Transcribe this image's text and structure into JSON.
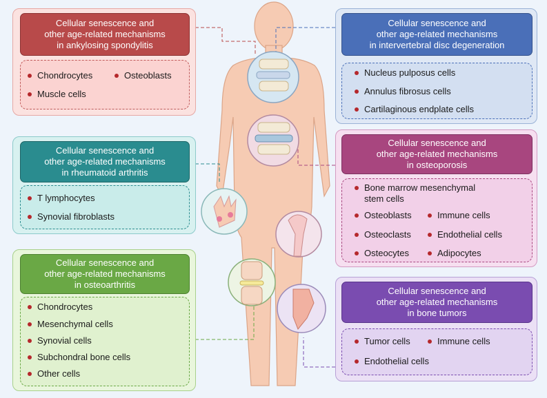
{
  "panels": {
    "as": {
      "header": [
        "Cellular senescence and",
        "other age-related mechanisms",
        "in ankylosing spondylitis"
      ],
      "items": [
        "Chondrocytes",
        "Osteoblasts",
        "Muscle cells"
      ]
    },
    "idd": {
      "header": [
        "Cellular senescence and",
        "other age-related mechanisms",
        "in intervertebral disc degeneration"
      ],
      "items": [
        "Nucleus pulposus cells",
        "Annulus fibrosus cells",
        "Cartilaginous endplate cells"
      ]
    },
    "ra": {
      "header": [
        "Cellular senescence and",
        "other age-related mechanisms",
        "in rheumatoid arthritis"
      ],
      "items": [
        "T lymphocytes",
        "Synovial fibroblasts"
      ]
    },
    "op": {
      "header": [
        "Cellular senescence and",
        "other age-related mechanisms",
        "in osteoporosis"
      ],
      "items": [
        "Bone marrow mesenchymal",
        "stem cells",
        "Osteoblasts",
        "Immune cells",
        "Osteoclasts",
        "Endothelial cells",
        "Osteocytes",
        "Adipocytes"
      ]
    },
    "oa": {
      "header": [
        "Cellular senescence and",
        "other age-related mechanisms",
        "in osteoarthritis"
      ],
      "items": [
        "Chondrocytes",
        "Mesenchymal cells",
        "Synovial cells",
        "Subchondral bone cells",
        "Other cells"
      ]
    },
    "bt": {
      "header": [
        "Cellular senescence and",
        "other age-related mechanisms",
        "in bone tumors"
      ],
      "items": [
        "Tumor cells",
        "Immune cells",
        "Endothelial cells"
      ]
    }
  },
  "colors": {
    "as": "#b84a4a",
    "idd": "#4a6fb8",
    "ra": "#2a8c8f",
    "op": "#a8467f",
    "oa": "#6aa845",
    "bt": "#7a4cb0",
    "bullet": "#b5282c",
    "body": "#f4c7ae"
  }
}
